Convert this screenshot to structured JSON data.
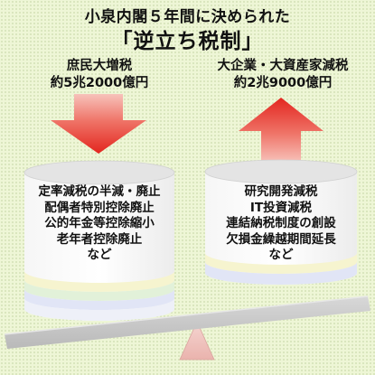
{
  "title": {
    "line1": "小泉内閣５年間に決められた",
    "line2": "「逆立ち税制」"
  },
  "left_side": {
    "heading_line1": "庶民大増税",
    "heading_line2": "約5兆2000億円",
    "arrow_direction": "down",
    "arrow_color": "#e8322e",
    "items": [
      "定率減税の半減・廃止",
      "配偶者特別控除廃止",
      "公的年金等控除縮小",
      "老年者控除廃止",
      "など"
    ]
  },
  "right_side": {
    "heading_line1": "大企業・大資産家減税",
    "heading_line2": "約2兆9000億円",
    "arrow_direction": "up",
    "arrow_color": "#e8322e",
    "items": [
      "研究開発減税",
      "IT投資減税",
      "連結納税制度の創設",
      "欠損金繰越期間延長",
      "など"
    ]
  },
  "colors": {
    "background": "#eef6d6",
    "scale_board": "#c9c9c9",
    "fulcrum": "#f2c7c3",
    "drum_top": "#e4e4e4"
  }
}
